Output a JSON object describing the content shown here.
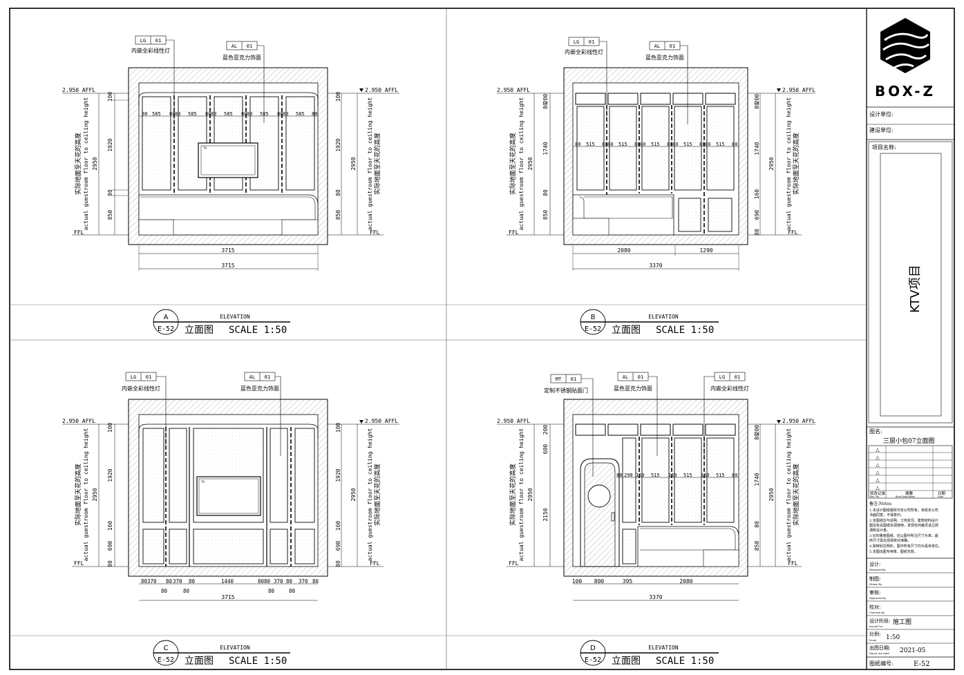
{
  "title_block": {
    "logo_text": "BOX-Z",
    "design_unit_label": "设计单位:",
    "client_label": "建设单位:",
    "project_name_label": "项目名称:",
    "project_name": "KTV项目",
    "drawing_name_label": "图名:",
    "drawing_name": "三层小包07立面图",
    "revision_markers": [
      "△",
      "△",
      "△",
      "△",
      "△",
      "△"
    ],
    "revision_headers": [
      "修改记录",
      "摘要",
      "日期"
    ],
    "revision_headers_en": [
      "Rev. No.",
      "Brief Description",
      "Date"
    ],
    "notes_label": "备注:Notes",
    "notes": [
      "1.本设计图纸版权归本公司所有，未经本公司",
      "书面同意，不得复印。",
      "2.本图纸应与说明、工地状况、建筑结构设计",
      "图及有关图纸协调使用，发现任何差异请立即",
      "通知设计者。",
      "3.切勿量度图纸，应以图中所注尺寸为准，最",
      "终尺寸需在现场校对准确。",
      "4.除特别注明外，图中所有尺寸均为毫米单位。",
      "5.本图出图专用章，图纸无效。"
    ],
    "designed_label": "设计:",
    "designed_label_en": "Designed By",
    "drawn_label": "制图:",
    "drawn_label_en": "Drawn By",
    "approved_label": "审核:",
    "approved_label_en": "Approved By",
    "checked_label": "校对:",
    "checked_label_en": "Checked By",
    "issue_label": "设计阶段:",
    "issue_label_en": "Issued For",
    "issue_value": "施工图",
    "scale_label": "比例:",
    "scale_label_en": "Scale",
    "scale_value": "1:50",
    "date_label": "出图日期:",
    "date_label_en": "Figure out date",
    "date_value": "2021-05",
    "number_label": "图纸编号:",
    "number_value": "E-52"
  },
  "elevations": [
    {
      "letter": "A",
      "sheet": "E-52",
      "elevation_label": "ELEVATION",
      "name": "立面图",
      "scale": "SCALE 1:50",
      "tags": [
        {
          "code": "LG",
          "num": "01",
          "desc": "内嵌全彩线性灯"
        },
        {
          "code": "AL",
          "num": "01",
          "desc": "蓝色亚克力饰面"
        }
      ],
      "level_left": "2.950 AFFL",
      "level_right": "2.950 AFFL",
      "ffl_left": "FFL",
      "ffl_right": "FFL",
      "height_note_cn": "实际地面至天花的高度",
      "height_note_en": "actual guestroom floor to ceiling height",
      "left_dims": [
        "100",
        "1920",
        "80",
        "850"
      ],
      "total_left": "2950",
      "right_dims": [
        "100",
        "1920",
        "80",
        "850"
      ],
      "total_right": "2950",
      "panel_dims": [
        "80",
        "585",
        "80",
        "80",
        "585",
        "80",
        "80",
        "585",
        "80",
        "80",
        "585",
        "80",
        "80",
        "585",
        "80"
      ],
      "bottom_dims": [
        "3715"
      ],
      "bottom_total": "3715",
      "tv_label": "TV"
    },
    {
      "letter": "B",
      "sheet": "E-52",
      "elevation_label": "ELEVATION",
      "name": "立面图",
      "scale": "SCALE 1:50",
      "tags": [
        {
          "code": "LG",
          "num": "01",
          "desc": "内嵌全彩线性灯"
        },
        {
          "code": "AL",
          "num": "01",
          "desc": "蓝色亚克力饰面"
        }
      ],
      "level_left": "2.950 AFFL",
      "level_right": "2.950 AFFL",
      "ffl_left": "FFL",
      "ffl_right": "FFL",
      "height_note_cn": "实际地面至天花的高度",
      "height_note_en": "actual guestroom floor to ceiling height",
      "left_dims": [
        "200",
        "80",
        "1740",
        "80",
        "850"
      ],
      "total_left": "2950",
      "right_dims": [
        "200",
        "80",
        "1740",
        "160",
        "690",
        "80"
      ],
      "total_right": "2950",
      "panel_dims": [
        "80",
        "515",
        "80",
        "80",
        "515",
        "80",
        "80",
        "515",
        "80",
        "80",
        "515",
        "80",
        "80",
        "515",
        "80"
      ],
      "bottom_dims": [
        "2080",
        "1290"
      ],
      "bottom_total": "3370"
    },
    {
      "letter": "C",
      "sheet": "E-52",
      "elevation_label": "ELEVATION",
      "name": "立面图",
      "scale": "SCALE 1:50",
      "tags": [
        {
          "code": "LG",
          "num": "01",
          "desc": "内嵌全彩线性灯"
        },
        {
          "code": "AL",
          "num": "01",
          "desc": "蓝色亚克力饰面"
        }
      ],
      "level_left": "2.950 AFFL",
      "level_right": "2.950 AFFL",
      "ffl_left": "FFL",
      "ffl_right": "FFL",
      "height_note_cn": "实际地面至天花的高度",
      "height_note_en": "actual guestroom floor to ceiling height",
      "left_dims": [
        "100",
        "1920",
        "160",
        "690",
        "80"
      ],
      "total_left": "2950",
      "right_dims": [
        "100",
        "1920",
        "160",
        "690",
        "80"
      ],
      "total_right": "2950",
      "bottom_dims": [
        "80",
        "370",
        "80",
        "370",
        "80",
        "1440",
        "80",
        "80",
        "370",
        "80",
        "370",
        "80"
      ],
      "bottom_sub_dims": [
        "80",
        "80",
        "80",
        "80"
      ],
      "bottom_total": "3715",
      "tv_label": "TV"
    },
    {
      "letter": "D",
      "sheet": "E-52",
      "elevation_label": "ELEVATION",
      "name": "立面图",
      "scale": "SCALE 1:50",
      "tags": [
        {
          "code": "MT",
          "num": "01",
          "desc": "定制不锈钢贴面门"
        },
        {
          "code": "AL",
          "num": "01",
          "desc": "蓝色亚克力饰面"
        },
        {
          "code": "LG",
          "num": "01",
          "desc": "内嵌全彩线性灯"
        }
      ],
      "level_left": "2.950 AFFL",
      "level_right": "2.950 AFFL",
      "ffl_left": "FFL",
      "ffl_right": "FFL",
      "height_note_cn": "实际地面至天花的高度",
      "height_note_en": "actual guestroom floor to ceiling height",
      "left_dims": [
        "200",
        "600",
        "2150"
      ],
      "total_left": "2950",
      "right_dims": [
        "200",
        "80",
        "1740",
        "80",
        "850"
      ],
      "total_right": "2950",
      "panel_dims": [
        "80",
        "290",
        "160",
        "515",
        "160",
        "515",
        "160",
        "515",
        "80"
      ],
      "bottom_dims": [
        "100",
        "800",
        "395",
        "2080"
      ],
      "bottom_total": "3370"
    }
  ]
}
